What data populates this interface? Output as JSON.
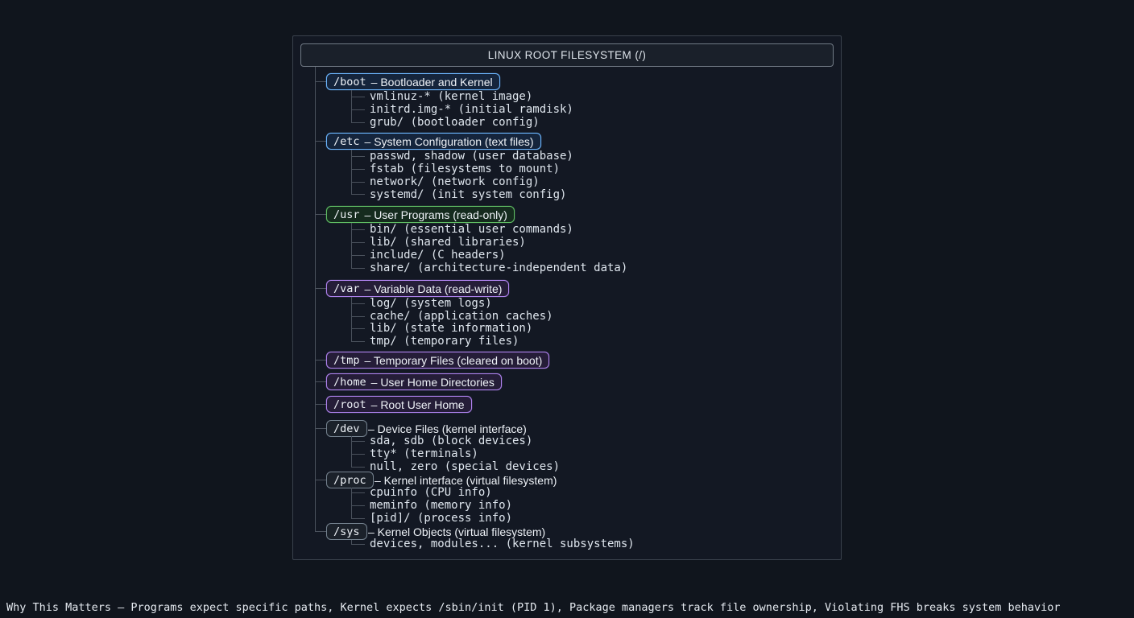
{
  "title": "LINUX ROOT FILESYSTEM (/)",
  "colors": {
    "background": "#10151d",
    "boot_etc_accent": "#6cb6ff",
    "usr_accent": "#5fbd63",
    "var_tmp_home_root_accent": "#b083f0",
    "dev_proc_sys_accent": "#768390",
    "tree_lines": "#4a515c",
    "text": "#eef2f7"
  },
  "tree": {
    "sections": [
      {
        "path": "/boot",
        "desc": "– Bootloader and Kernel",
        "style": "blue",
        "children": [
          "vmlinuz-* (kernel image)",
          "initrd.img-* (initial ramdisk)",
          "grub/ (bootloader config)"
        ]
      },
      {
        "path": "/etc",
        "desc": "– System Configuration (text files)",
        "style": "blue",
        "children": [
          "passwd, shadow (user database)",
          "fstab (filesystems to mount)",
          "network/ (network config)",
          "systemd/ (init system config)"
        ]
      },
      {
        "path": "/usr",
        "desc": "– User Programs (read-only)",
        "style": "green",
        "children": [
          "bin/ (essential user commands)",
          "lib/ (shared libraries)",
          "include/ (C headers)",
          "share/ (architecture-independent data)"
        ]
      },
      {
        "path": "/var",
        "desc": "– Variable Data (read-write)",
        "style": "purple",
        "children": [
          "log/ (system logs)",
          "cache/ (application caches)",
          "lib/ (state information)",
          "tmp/ (temporary files)"
        ]
      },
      {
        "path": "/tmp",
        "desc": "– Temporary Files (cleared on boot)",
        "style": "purple",
        "children": []
      },
      {
        "path": "/home",
        "desc": "– User Home Directories",
        "style": "purple",
        "children": []
      },
      {
        "path": "/root",
        "desc": "– Root User Home",
        "style": "purple",
        "children": []
      },
      {
        "path": "/dev",
        "desc": "– Device Files (kernel interface)",
        "style": "gray",
        "children": [
          "sda, sdb (block devices)",
          "tty* (terminals)",
          "null, zero (special devices)"
        ]
      },
      {
        "path": "/proc",
        "desc": "– Kernel interface (virtual filesystem)",
        "style": "gray",
        "children": [
          "cpuinfo (CPU info)",
          "meminfo (memory info)",
          "[pid]/ (process info)"
        ]
      },
      {
        "path": "/sys",
        "desc": "– Kernel Objects (virtual filesystem)",
        "style": "gray",
        "children": [
          "devices, modules... (kernel subsystems)"
        ]
      }
    ]
  },
  "footer": {
    "text": "Why This Matters — Programs expect specific paths, Kernel expects /sbin/init (PID 1), Package managers track file ownership, Violating FHS breaks system behavior"
  }
}
